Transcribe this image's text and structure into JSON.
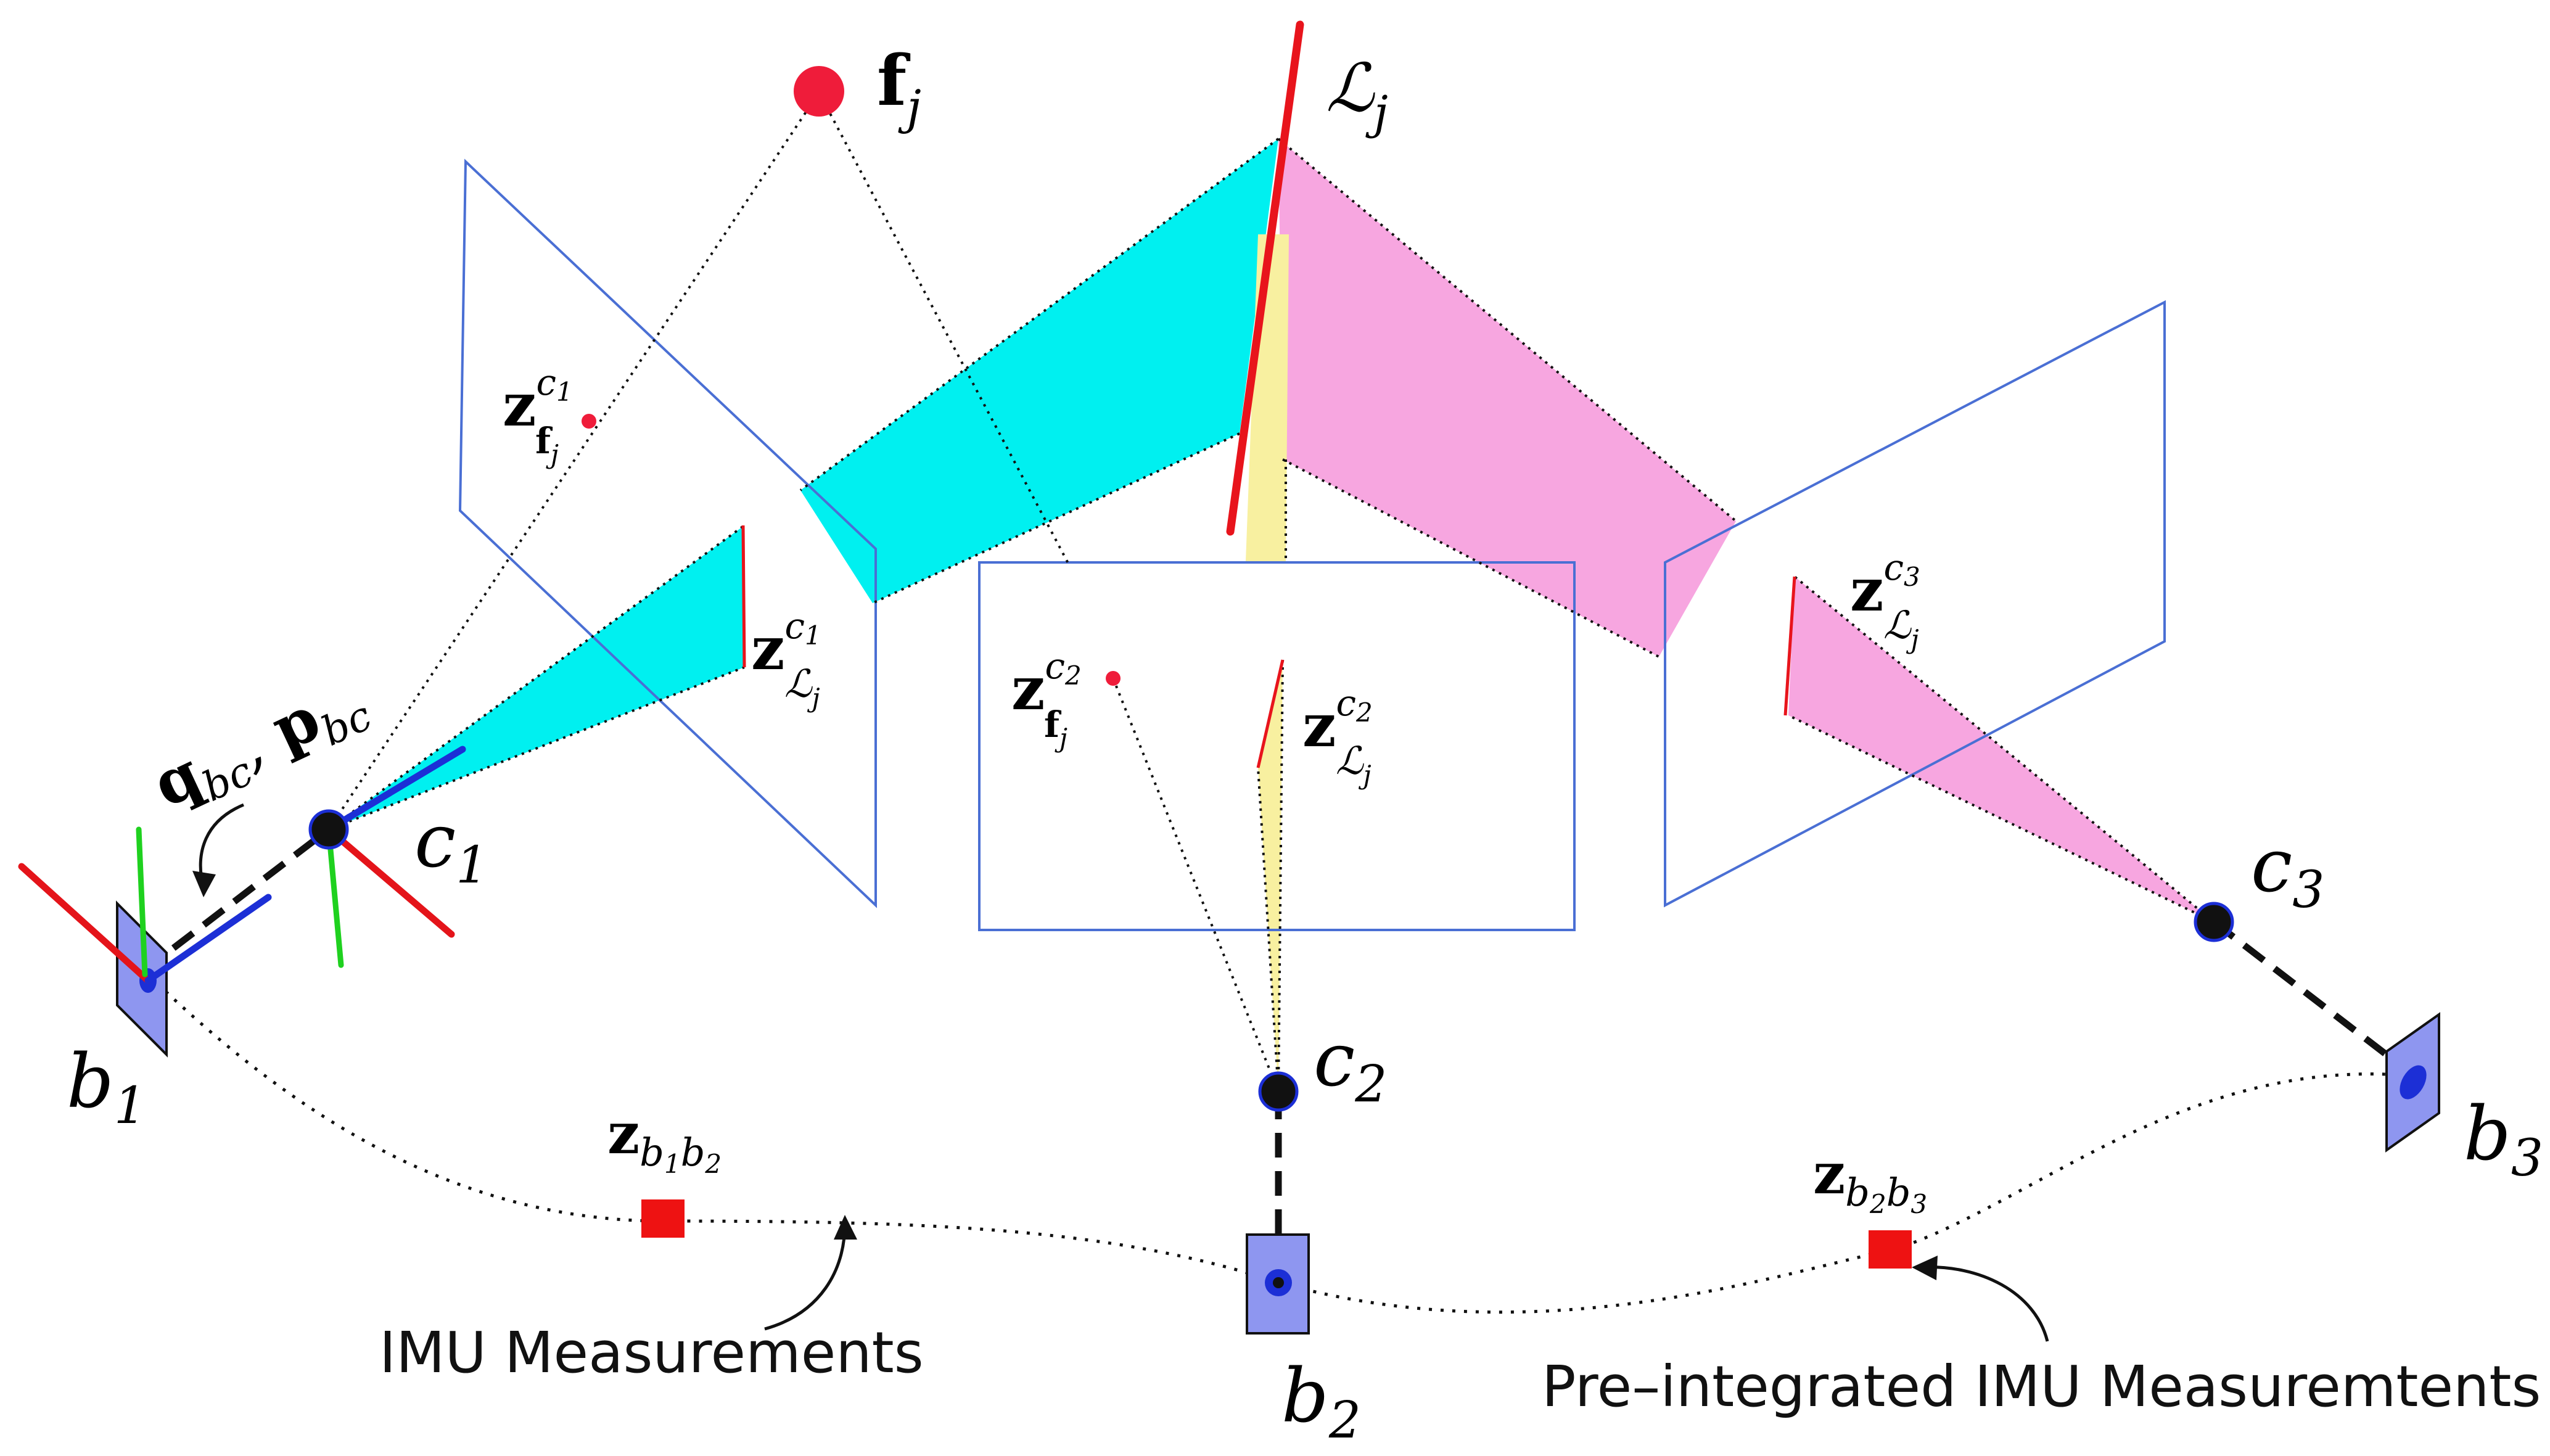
{
  "labels": {
    "feature": {
      "bold": "f",
      "sub": "j"
    },
    "line": {
      "script": "ℒ",
      "sub": "j"
    },
    "extrinsic": {
      "q": "q",
      "q_sub": "bc",
      "sep": ", ",
      "p": "p",
      "p_sub": "bc"
    },
    "cameras": {
      "c1": "1",
      "c2": "2",
      "c3": "3",
      "letter": "c"
    },
    "bodies": {
      "b1": "1",
      "b2": "2",
      "b3": "3",
      "letter": "b"
    },
    "obs_feature_c1": {
      "bold": "z",
      "sup_c": "c",
      "sup_n": "1",
      "sub_bold": "f",
      "sub_j": "j"
    },
    "obs_feature_c2": {
      "bold": "z",
      "sup_c": "c",
      "sup_n": "2",
      "sub_bold": "f",
      "sub_j": "j"
    },
    "obs_line_c1": {
      "bold": "z",
      "sup_c": "c",
      "sup_n": "1",
      "sub_script": "ℒ",
      "sub_j": "j"
    },
    "obs_line_c2": {
      "bold": "z",
      "sup_c": "c",
      "sup_n": "2",
      "sub_script": "ℒ",
      "sub_j": "j"
    },
    "obs_line_c3": {
      "bold": "z",
      "sup_c": "c",
      "sup_n": "3",
      "sub_script": "ℒ",
      "sub_j": "j"
    },
    "preint_b1b2": {
      "bold": "z",
      "sub_b1": "b",
      "sub_n1": "1",
      "sub_b2": "b",
      "sub_n2": "2"
    },
    "preint_b2b3": {
      "bold": "z",
      "sub_b1": "b",
      "sub_n1": "2",
      "sub_b2": "b",
      "sub_n2": "3"
    },
    "imu_measurements": "IMU Measurements",
    "preintegrated": "Pre–integrated IMU Measuremtents"
  },
  "colors": {
    "plane_border": "#4a6fd4",
    "cyan": "#00f0f0",
    "pink": "#f7a6e0",
    "yellow": "#f8f0a0",
    "line_red": "#e8141c",
    "feature_red": "#ef1c3a",
    "axis_red": "#e4141a",
    "axis_green": "#1fd11f",
    "axis_blue": "#1c2fd6",
    "body_fill": "#8e96f0",
    "preint_red": "#ee1212"
  }
}
